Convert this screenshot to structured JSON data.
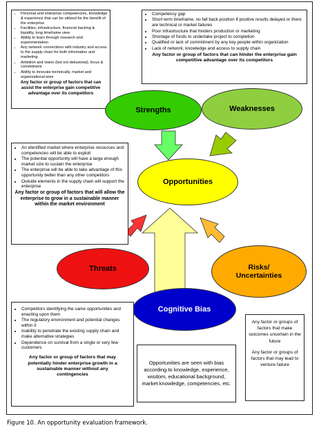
{
  "strengths_box": {
    "items": [
      "Personal and enterprise competencies, knowledge & experience that can be utilized for the benefit of the enterprise",
      "Facilities, infrastructure, financial backing & liquidity, long timeframe view",
      "Ability to learn through research and experimentation",
      "Any network connections with industry and access to the supply chain for both information and marketing",
      "Ambition and vision (but not delusional), focus & commitment",
      "Ability to innovate technically, market and organizational wise"
    ],
    "summary": "Any factor or group of factors that can assist the enterprise gain competitive advantage over its competitors"
  },
  "weaknesses_box": {
    "items": [
      "Competency gap",
      "Short term timeframe, no fall back position if positive results delayed or there are technical or market failures",
      "Poor infrastructure that hinders production or marketing",
      "Shortage of funds to undertake project to completion",
      "Qualified or lack of commitment by any key people within organization",
      "Lack of network, knowledge and access to supply chain"
    ],
    "summary": "Any factor or group of factors that can hinder the enterprise gain competitive advantage over its competitors"
  },
  "opportunities_box": {
    "items": [
      "An identified market where enterprise resources and competencies will be able to exploit",
      "The potential opportunity will have a large enough market size to sustain the enterprise",
      "The enterprise will be able to take advantage of this opportunity better than any other competitors",
      "Outside elements in the supply chain will support the enterprise"
    ],
    "summary": "Any factor or group of factors that will allow the enterprise to grow in a sustainable manner within the market environment"
  },
  "threats_box": {
    "items": [
      "Competitors identifying the same opportunities and enacting upon them",
      "The regulatory environment and potential changes within it",
      "Inability to penetrate the existing supply chain and make alternative strategies",
      "Dependence on survival from a single or very few customers"
    ],
    "summary": "Any factor or group of factors that may potentially hinder enterprise growth in a sustainable manner without any contingencies"
  },
  "bias_box": {
    "text": "Opportunities are seen with bias according to knowledge, experience, wisdom, educational background, market knowledge, competencies, etc."
  },
  "risks_box": {
    "text1": "Any factor or groups of factors that make outcomes uncertain in the future",
    "text2": "Any factor or groups of factors that may lead to venture failure"
  },
  "ellipses": {
    "strengths": "Strengths",
    "weaknesses": "Weaknesses",
    "opportunities": "Opportunities",
    "threats": "Threats",
    "risks_line1": "Risks/",
    "risks_line2": "Uncertainties",
    "cognitive_bias": "Cognitive Bias"
  },
  "colors": {
    "strengths": "#33cc00",
    "weaknesses": "#8fcf3f",
    "opportunities": "#ffff00",
    "threats": "#ee1111",
    "risks": "#ffaa00",
    "cognitive_bias": "#0000cc",
    "arrow_green": "#66ff66",
    "arrow_lime": "#99cc00",
    "arrow_center": "#ffff99",
    "arrow_red": "#ff3333",
    "arrow_orange": "#ffbb33"
  },
  "caption": "Figure 10. An opportunity evaluation framework."
}
